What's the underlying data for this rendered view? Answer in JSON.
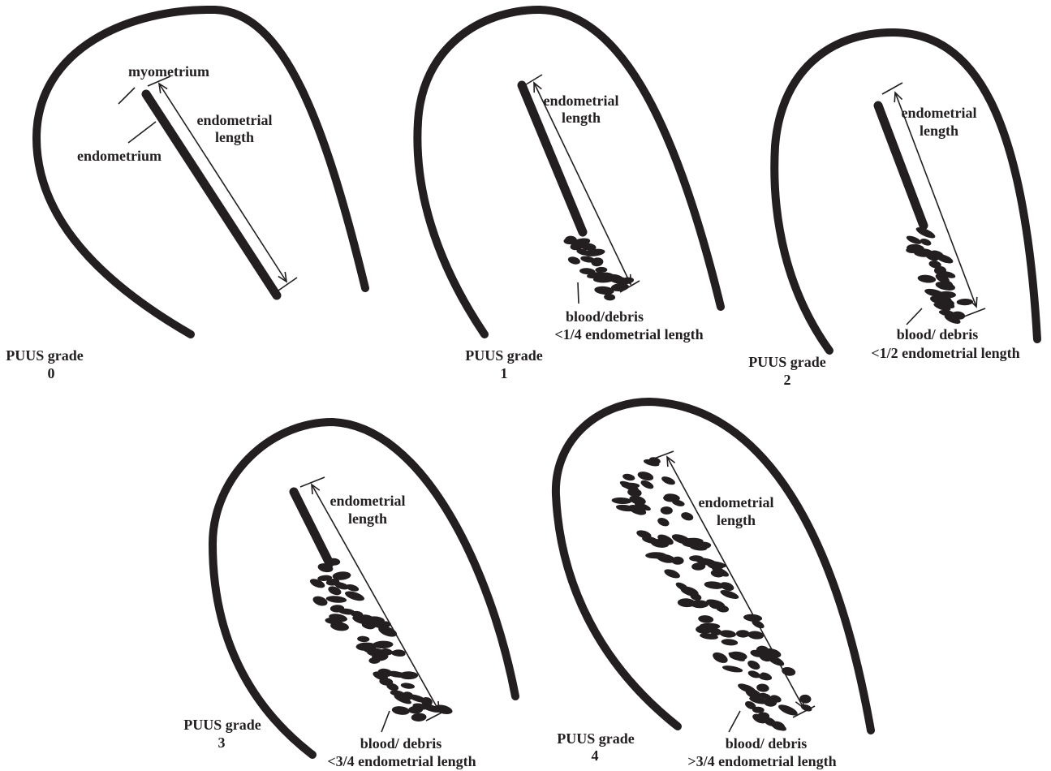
{
  "panels": [
    {
      "grade_label": "PUUS grade",
      "grade_value": "0",
      "labels": {
        "myometrium": "myometrium",
        "endometrium": "endometrium",
        "length_line1": "endometrial",
        "length_line2": "length"
      },
      "debris_fraction": 0
    },
    {
      "grade_label": "PUUS grade",
      "grade_value": "1",
      "labels": {
        "length_line1": "endometrial",
        "length_line2": "length",
        "debris_line1": "blood/debris",
        "debris_line2": "<1/4 endometrial length"
      },
      "debris_fraction": 0.25
    },
    {
      "grade_label": "PUUS grade",
      "grade_value": "2",
      "labels": {
        "length_line1": "endometrial",
        "length_line2": "length",
        "debris_line1": "blood/ debris",
        "debris_line2": "<1/2 endometrial length"
      },
      "debris_fraction": 0.5
    },
    {
      "grade_label": "PUUS grade",
      "grade_value": "3",
      "labels": {
        "length_line1": "endometrial",
        "length_line2": "length",
        "debris_line1": "blood/ debris",
        "debris_line2": "<3/4 endometrial length"
      },
      "debris_fraction": 0.75
    },
    {
      "grade_label": "PUUS grade",
      "grade_value": "4",
      "labels": {
        "length_line1": "endometrial",
        "length_line2": "length",
        "debris_line1": "blood/ debris",
        "debris_line2": ">3/4 endometrial length"
      },
      "debris_fraction": 1
    }
  ],
  "colors": {
    "ink": "#231f20",
    "background": "#ffffff"
  }
}
